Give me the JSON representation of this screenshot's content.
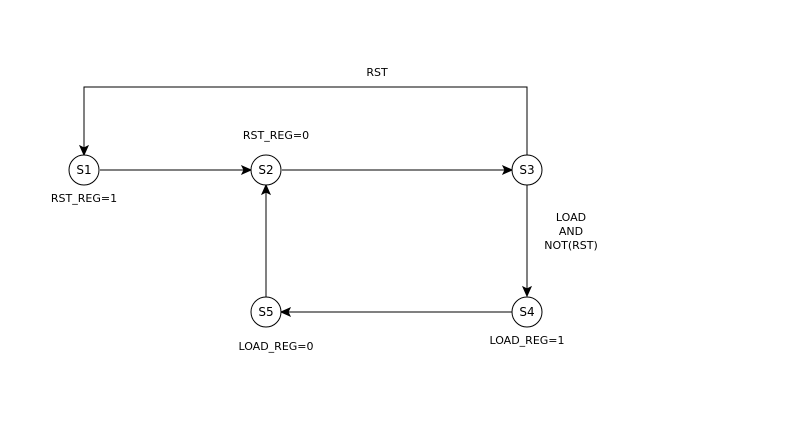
{
  "states": {
    "s1": "S1",
    "s2": "S2",
    "s3": "S3",
    "s4": "S4",
    "s5": "S5"
  },
  "transitions": {
    "s3_to_s1": "RST",
    "s3_to_s4": [
      "LOAD",
      "AND",
      "NOT(RST)"
    ]
  },
  "outputs": {
    "s1": "RST_REG=1",
    "s2": "RST_REG=0",
    "s4": "LOAD_REG=1",
    "s5": "LOAD_REG=0"
  },
  "colors": {
    "stroke": "#000000",
    "background": "#ffffff"
  }
}
